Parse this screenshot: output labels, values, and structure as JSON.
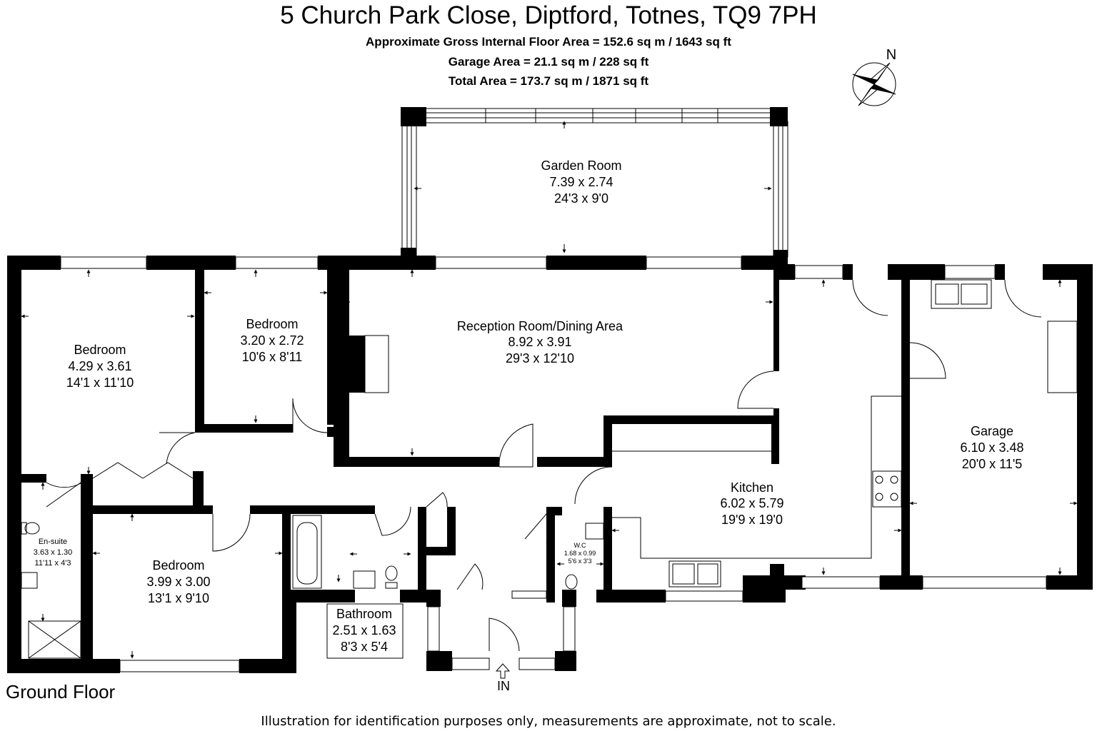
{
  "header": {
    "title": "5 Church Park Close, Diptford, Totnes, TQ9 7PH",
    "area_internal": "Approximate Gross Internal Floor Area  = 152.6 sq m / 1643 sq ft",
    "area_garage": "Garage Area = 21.1 sq m / 228 sq ft",
    "area_total": "Total Area = 173.7 sq m / 1871 sq ft"
  },
  "compass": {
    "label": "N",
    "icon": "compass-rose-icon"
  },
  "rooms": {
    "garden_room": {
      "name": "Garden Room",
      "metric": "7.39 x 2.74",
      "imperial": "24'3 x 9'0"
    },
    "reception": {
      "name": "Reception Room/Dining Area",
      "metric": "8.92 x 3.91",
      "imperial": "29'3 x 12'10"
    },
    "bedroom_1": {
      "name": "Bedroom",
      "metric": "4.29 x 3.61",
      "imperial": "14'1 x 11'10"
    },
    "bedroom_2": {
      "name": "Bedroom",
      "metric": "3.20 x 2.72",
      "imperial": "10'6 x 8'11"
    },
    "bedroom_3": {
      "name": "Bedroom",
      "metric": "3.99 x 3.00",
      "imperial": "13'1 x 9'10"
    },
    "ensuite": {
      "name": "En-suite",
      "metric": "3.63 x 1.30",
      "imperial": "11'11 x 4'3"
    },
    "bathroom": {
      "name": "Bathroom",
      "metric": "2.51 x 1.63",
      "imperial": "8'3 x 5'4"
    },
    "wc": {
      "name": "W.C",
      "metric": "1.68 x 0.99",
      "imperial": "5'6 x 3'3"
    },
    "kitchen": {
      "name": "Kitchen",
      "metric": "6.02 x 5.79",
      "imperial": "19'9 x 19'0"
    },
    "garage": {
      "name": "Garage",
      "metric": "6.10 x 3.48",
      "imperial": "20'0 x 11'5"
    }
  },
  "entrance": {
    "label": "IN"
  },
  "floor_label": "Ground Floor",
  "disclaimer": "Illustration for identification purposes only, measurements are approximate, not to scale."
}
